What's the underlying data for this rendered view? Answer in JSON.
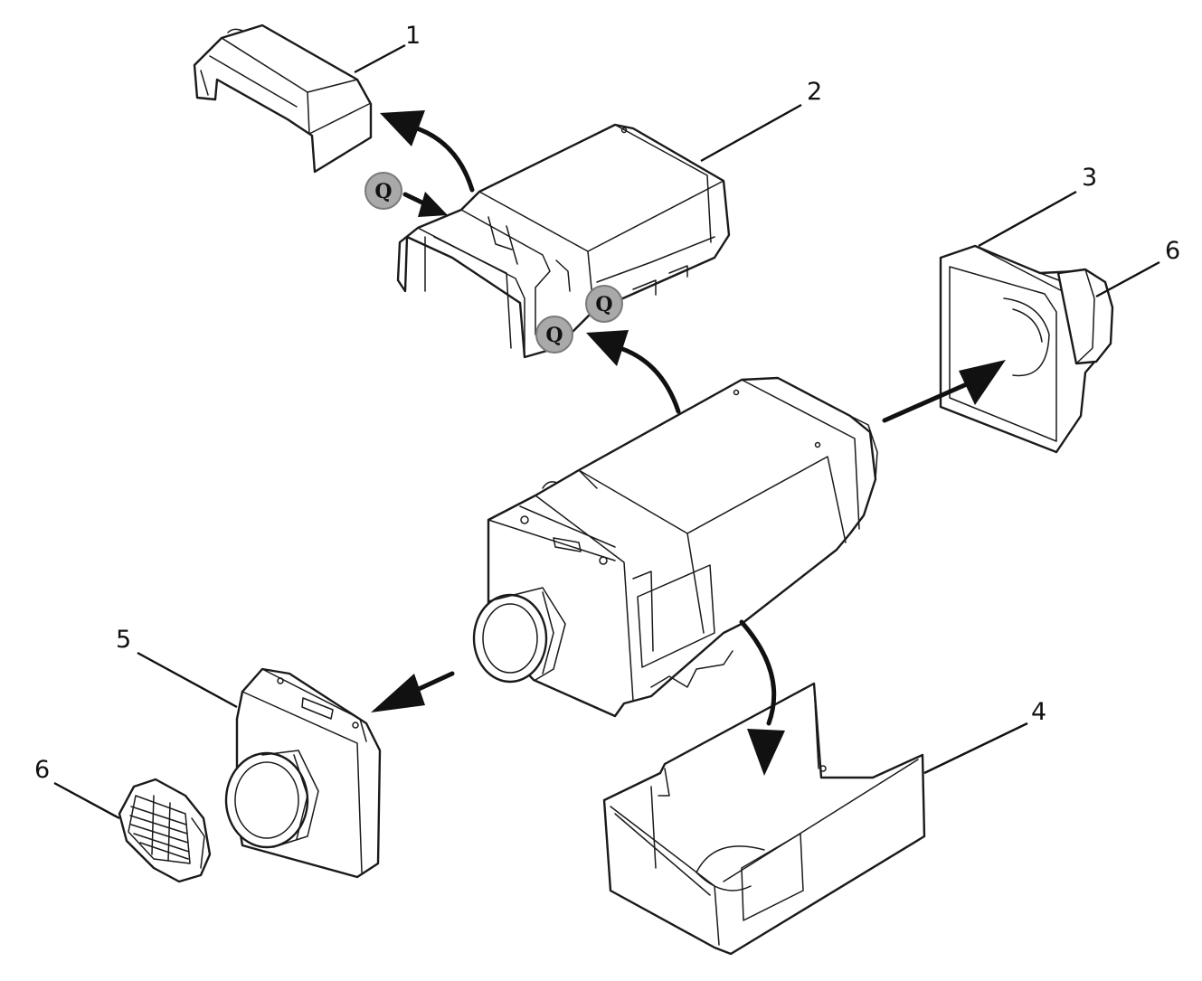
{
  "callouts": [
    {
      "id": "1",
      "label": "1"
    },
    {
      "id": "2",
      "label": "2"
    },
    {
      "id": "3",
      "label": "3"
    },
    {
      "id": "6a",
      "label": "6"
    },
    {
      "id": "5",
      "label": "5"
    },
    {
      "id": "4",
      "label": "4"
    },
    {
      "id": "6b",
      "label": "6"
    }
  ],
  "markers": [
    {
      "id": "q1",
      "label": "Q"
    },
    {
      "id": "q2",
      "label": "Q"
    },
    {
      "id": "q3",
      "label": "Q"
    }
  ],
  "colors": {
    "ink": "#1a1a1a",
    "marker_fill": "#a9a9a9",
    "background": "#ffffff"
  }
}
